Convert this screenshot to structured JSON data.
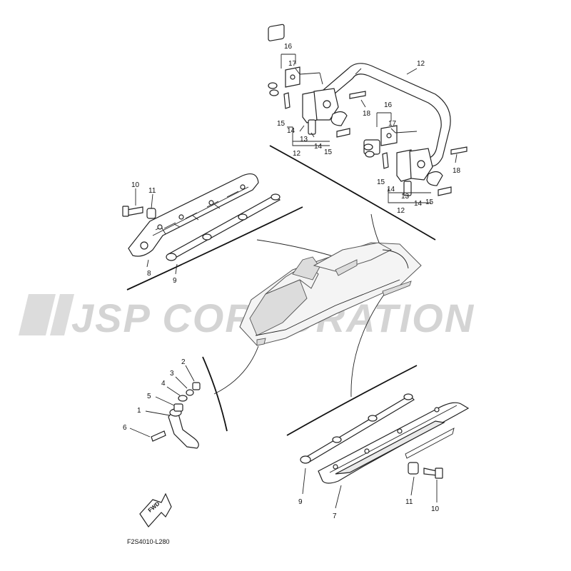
{
  "watermark": {
    "text": "JSP CORPORATION"
  },
  "diagram_code": "F2S4010-L280",
  "fwd_badge": "FWD",
  "labels": [
    {
      "id": "l16a",
      "text": "16"
    },
    {
      "id": "l17a",
      "text": "17"
    },
    {
      "id": "l12a",
      "text": "12"
    },
    {
      "id": "l18a",
      "text": "18"
    },
    {
      "id": "l15a",
      "text": "15"
    },
    {
      "id": "l14a",
      "text": "14"
    },
    {
      "id": "l13a",
      "text": "13"
    },
    {
      "id": "l14b",
      "text": "14"
    },
    {
      "id": "l12b",
      "text": "12"
    },
    {
      "id": "l15b",
      "text": "15"
    },
    {
      "id": "l16b",
      "text": "16"
    },
    {
      "id": "l17b",
      "text": "17"
    },
    {
      "id": "l18b",
      "text": "18"
    },
    {
      "id": "l15c",
      "text": "15"
    },
    {
      "id": "l14c",
      "text": "14"
    },
    {
      "id": "l13b",
      "text": "13"
    },
    {
      "id": "l14d",
      "text": "14"
    },
    {
      "id": "l12c",
      "text": "12"
    },
    {
      "id": "l15d",
      "text": "15"
    },
    {
      "id": "l10a",
      "text": "10"
    },
    {
      "id": "l11a",
      "text": "11"
    },
    {
      "id": "l8",
      "text": "8"
    },
    {
      "id": "l9a",
      "text": "9"
    },
    {
      "id": "l2",
      "text": "2"
    },
    {
      "id": "l3",
      "text": "3"
    },
    {
      "id": "l4",
      "text": "4"
    },
    {
      "id": "l5",
      "text": "5"
    },
    {
      "id": "l1",
      "text": "1"
    },
    {
      "id": "l6",
      "text": "6"
    },
    {
      "id": "l9b",
      "text": "9"
    },
    {
      "id": "l7",
      "text": "7"
    },
    {
      "id": "l11b",
      "text": "11"
    },
    {
      "id": "l10b",
      "text": "10"
    }
  ]
}
